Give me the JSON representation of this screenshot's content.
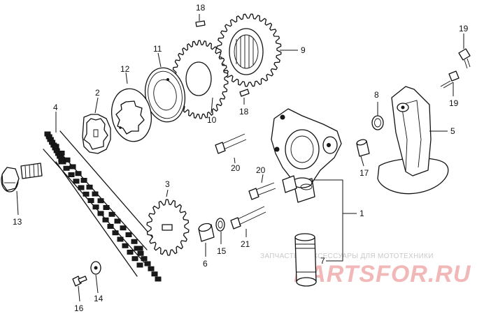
{
  "watermark": {
    "caption": "ЗАПЧАСТИ И АКСЕССУАРЫ ДЛЯ МОТОТЕХНИКИ",
    "logo": "PARTSFOR.RU",
    "logo_color": "#f2b7b7"
  },
  "callouts": {
    "p1": "1",
    "p2": "2",
    "p3": "3",
    "p4": "4",
    "p5": "5",
    "p6": "6",
    "p7": "7",
    "p8": "8",
    "p9": "9",
    "p10": "10",
    "p11": "11",
    "p12": "12",
    "p13": "13",
    "p14": "14",
    "p15": "15",
    "p16": "16",
    "p17": "17",
    "p18a": "18",
    "p18b": "18",
    "p19a": "19",
    "p19b": "19",
    "p20a": "20",
    "p20b": "20",
    "p21": "21"
  }
}
